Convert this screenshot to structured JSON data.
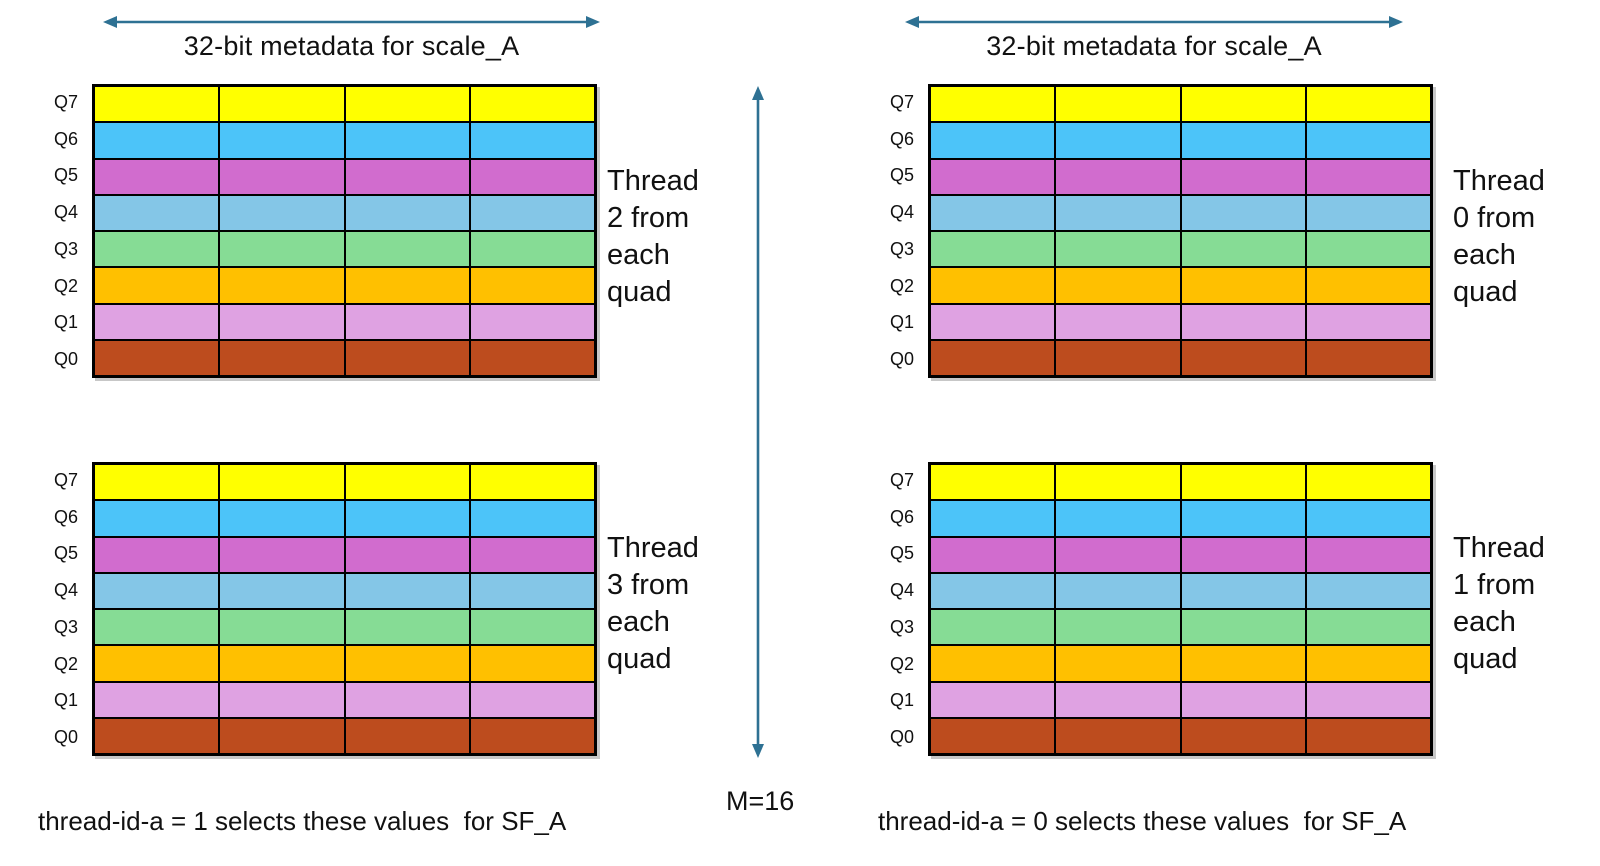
{
  "titles": {
    "left": "32-bit metadata for scale_A",
    "right": "32-bit metadata for scale_A"
  },
  "rows": [
    {
      "label": "Q7",
      "color": "#FFFF00"
    },
    {
      "label": "Q6",
      "color": "#4CC4F9"
    },
    {
      "label": "Q5",
      "color": "#D16CCE"
    },
    {
      "label": "Q4",
      "color": "#84C6E7"
    },
    {
      "label": "Q3",
      "color": "#86DC95"
    },
    {
      "label": "Q2",
      "color": "#FFC000"
    },
    {
      "label": "Q1",
      "color": "#DFA2E2"
    },
    {
      "label": "Q0",
      "color": "#BD4C1E"
    }
  ],
  "columns": 4,
  "grids": [
    {
      "id": "left-top",
      "note": "Thread\n2 from\neach\nquad"
    },
    {
      "id": "left-bottom",
      "note": "Thread\n3 from\neach\nquad"
    },
    {
      "id": "right-top",
      "note": "Thread\n0 from\neach\nquad"
    },
    {
      "id": "right-bottom",
      "note": "Thread\n1 from\neach\nquad"
    }
  ],
  "captions": {
    "left": "thread-id-a = 1 selects these values  for SF_A",
    "right": "thread-id-a = 0 selects these values  for SF_A"
  },
  "dimension_label": "M=16",
  "colors": {
    "arrow": "#2E7193",
    "grid_border": "#000000",
    "text": "#000000",
    "background": "#FFFFFF"
  }
}
